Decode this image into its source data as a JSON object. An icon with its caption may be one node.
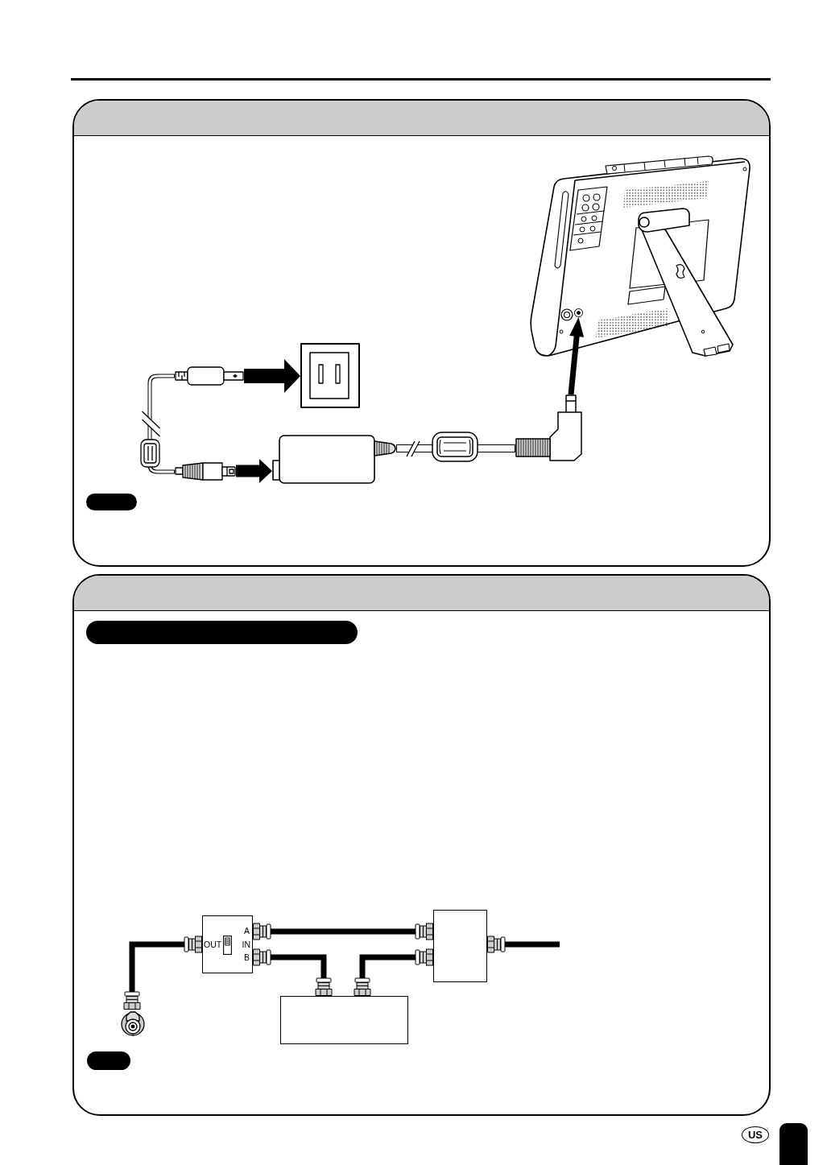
{
  "diagram": {
    "nodes": [
      {
        "text": [],
        "shape": "picture"
      },
      {
        "text": [],
        "shape": "circle",
        "in": 0
      },
      {
        "text": [],
        "shape": "box"
      },
      {
        "text": [],
        "shape": "picture"
      },
      {
        "text": [],
        "shape": "picture"
      },
      {
        "text": [],
        "shape": "box"
      },
      {
        "text": [],
        "shape": "picture"
      },
      {
        "text": [],
        "shape": "bar"
      },
      {
        "text": [],
        "shape": "bar"
      },
      {
        "text": [
          "A",
          "OUT",
          "IN",
          "B"
        ]
      },
      {
        "text": [],
        "shape": "box"
      },
      {
        "text": [],
        "shape": "picture"
      },
      {
        "text": [],
        "shape": "box"
      },
      {
        "text": [],
        "shape": "bar"
      },
      {
        "text": [
          "US"
        ]
      }
    ],
    "edges": [
      {
        "from": 2,
        "to": 3,
        "arrow": "to",
        "style": "thick"
      },
      {
        "from": 2,
        "to": 4,
        "arrow": "none"
      },
      {
        "from": 4,
        "to": 5,
        "arrow": "to",
        "style": "thick"
      },
      {
        "from": 5,
        "to": 6,
        "arrow": "none"
      },
      {
        "from": 6,
        "to": 1,
        "arrow": "to"
      },
      {
        "from": 11,
        "to": 9,
        "arrow": "other"
      },
      {
        "from": 9,
        "to": 10,
        "arrow": "other"
      },
      {
        "from": 9,
        "to": 12,
        "arrow": "other"
      },
      {
        "from": 12,
        "to": 10,
        "arrow": "other"
      },
      {
        "from": 10,
        "to": null,
        "arrow": "other"
      }
    ]
  }
}
